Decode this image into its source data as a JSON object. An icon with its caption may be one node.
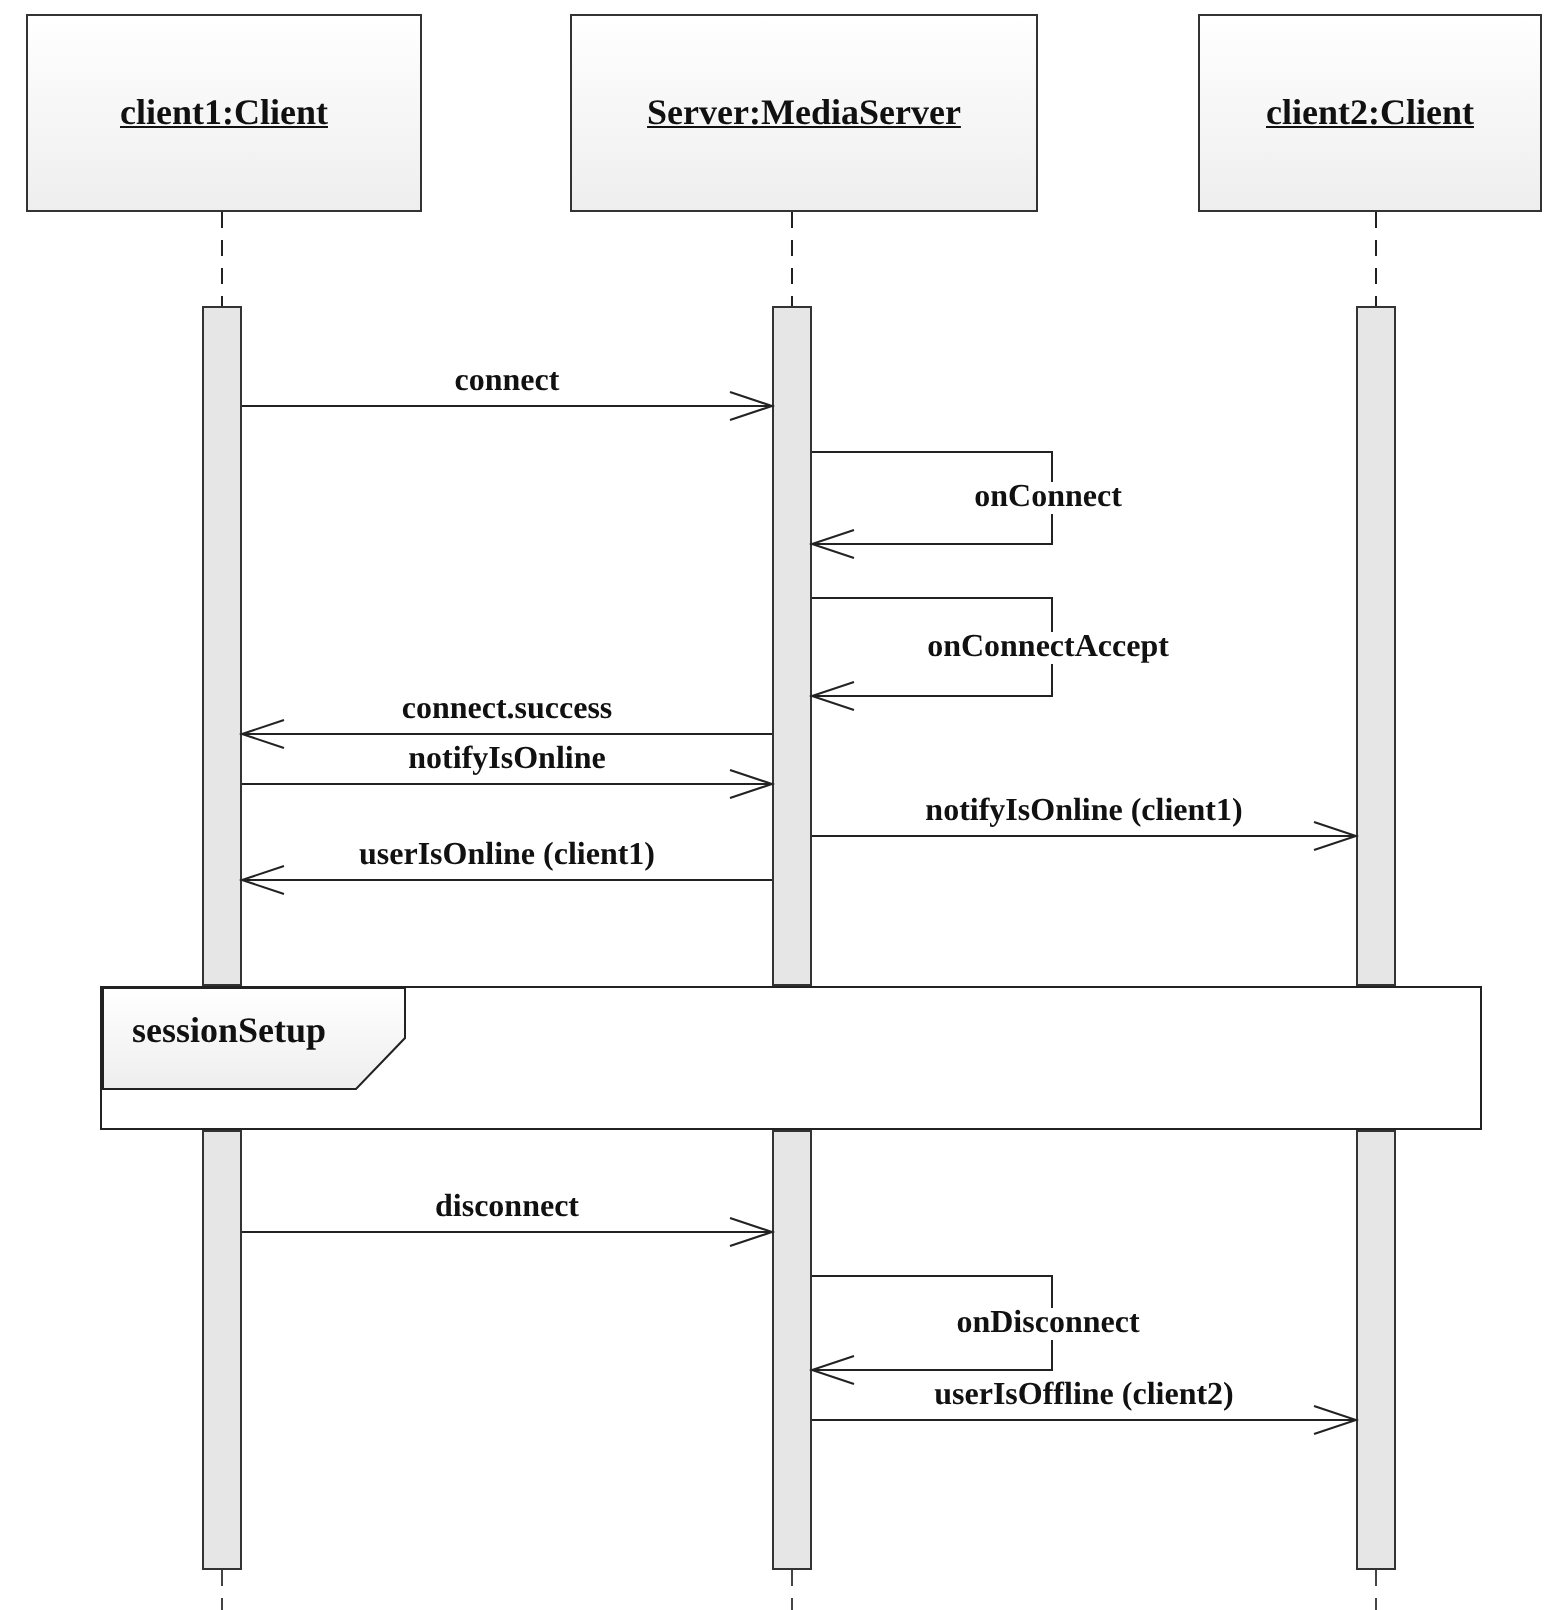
{
  "diagram": {
    "nodes": [
      {
        "text": [
          "client1:Client"
        ]
      },
      {
        "text": [
          "Server:MediaServer"
        ]
      },
      {
        "text": [
          "client2:Client"
        ]
      },
      {
        "text": [],
        "shape": "bar"
      },
      {
        "text": [],
        "shape": "bar"
      },
      {
        "text": [],
        "shape": "bar"
      },
      {
        "text": [
          "sessionSetup"
        ]
      },
      {
        "text": [],
        "shape": "bar"
      },
      {
        "text": [],
        "shape": "bar"
      },
      {
        "text": [],
        "shape": "bar"
      }
    ],
    "edges": [
      {
        "from": 3,
        "to": 4,
        "arrow": "to",
        "label": "connect"
      },
      {
        "from": 4,
        "to": 4,
        "arrow": "to",
        "label": "onConnect"
      },
      {
        "from": 4,
        "to": 4,
        "arrow": "to",
        "label": "onConnectAccept"
      },
      {
        "from": 4,
        "to": 3,
        "arrow": "to",
        "label": "connect.success"
      },
      {
        "from": 3,
        "to": 4,
        "arrow": "to",
        "label": "notifyIsOnline"
      },
      {
        "from": 4,
        "to": 5,
        "arrow": "to",
        "label": "notifyIsOnline (client1)"
      },
      {
        "from": 4,
        "to": 3,
        "arrow": "to",
        "label": "userIsOnline (client1)"
      },
      {
        "from": 7,
        "to": 8,
        "arrow": "to",
        "label": "disconnect"
      },
      {
        "from": 8,
        "to": 8,
        "arrow": "to",
        "label": "onDisconnect"
      },
      {
        "from": 8,
        "to": 9,
        "arrow": "to",
        "label": "userIsOffline (client2)"
      },
      {
        "from": 0,
        "to": 3,
        "arrow": "none",
        "style": "dashed"
      },
      {
        "from": 1,
        "to": 4,
        "arrow": "none",
        "style": "dashed"
      },
      {
        "from": 2,
        "to": 5,
        "arrow": "none",
        "style": "dashed"
      }
    ]
  }
}
